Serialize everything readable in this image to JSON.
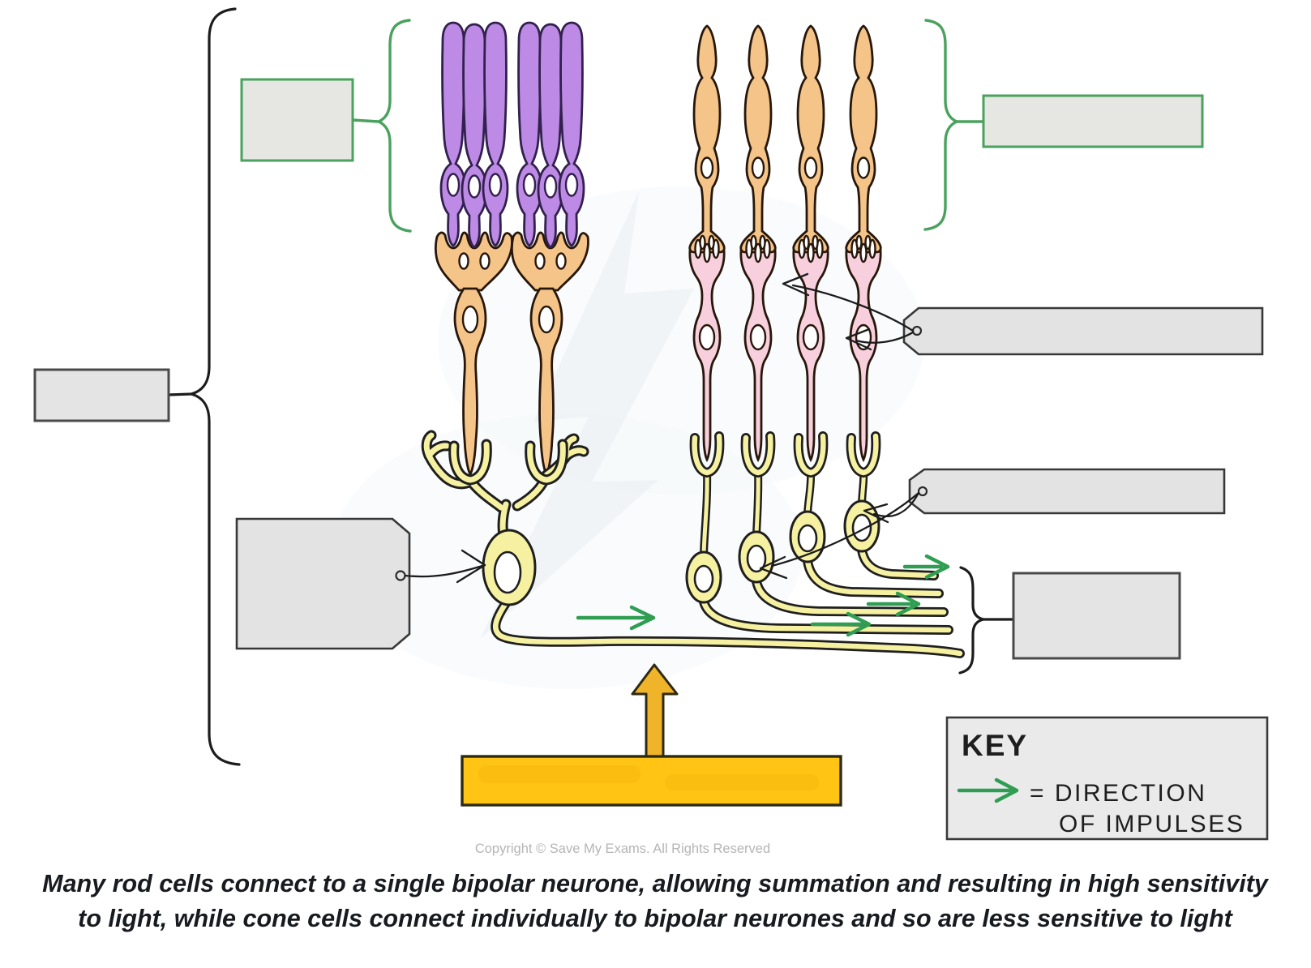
{
  "key": {
    "title": "KEY",
    "arrow_meaning_line1": "= DIRECTION",
    "arrow_meaning_line2": "OF IMPULSES"
  },
  "footer": {
    "copyright": "Copyright © Save My Exams. All Rights Reserved"
  },
  "caption": {
    "line1": "Many rod cells connect to a single bipolar neurone, allowing summation and resulting in high sensitivity",
    "line2": "to light, while cone cells connect individually to bipolar neurones and so are less sensitive to light"
  },
  "labels": {
    "rod_cells_box": "",
    "cone_cells_box": "",
    "retina_box": "",
    "bipolar_left_box": "",
    "bipolar_right_box": "",
    "ganglion_box": "",
    "optic_nerve_box": "",
    "light_bar": ""
  },
  "colors": {
    "rod_purple": "#bd8be5",
    "cone_orange": "#f4c489",
    "bipolar_pink": "#f8cfdd",
    "neurone_yellow": "#f6f1a1",
    "light_bar_gold": "#ffc414",
    "accent_green": "#4aa25e",
    "impulse_arrow_green": "#2f9e52",
    "label_box_fill": "#e4e4e4"
  }
}
